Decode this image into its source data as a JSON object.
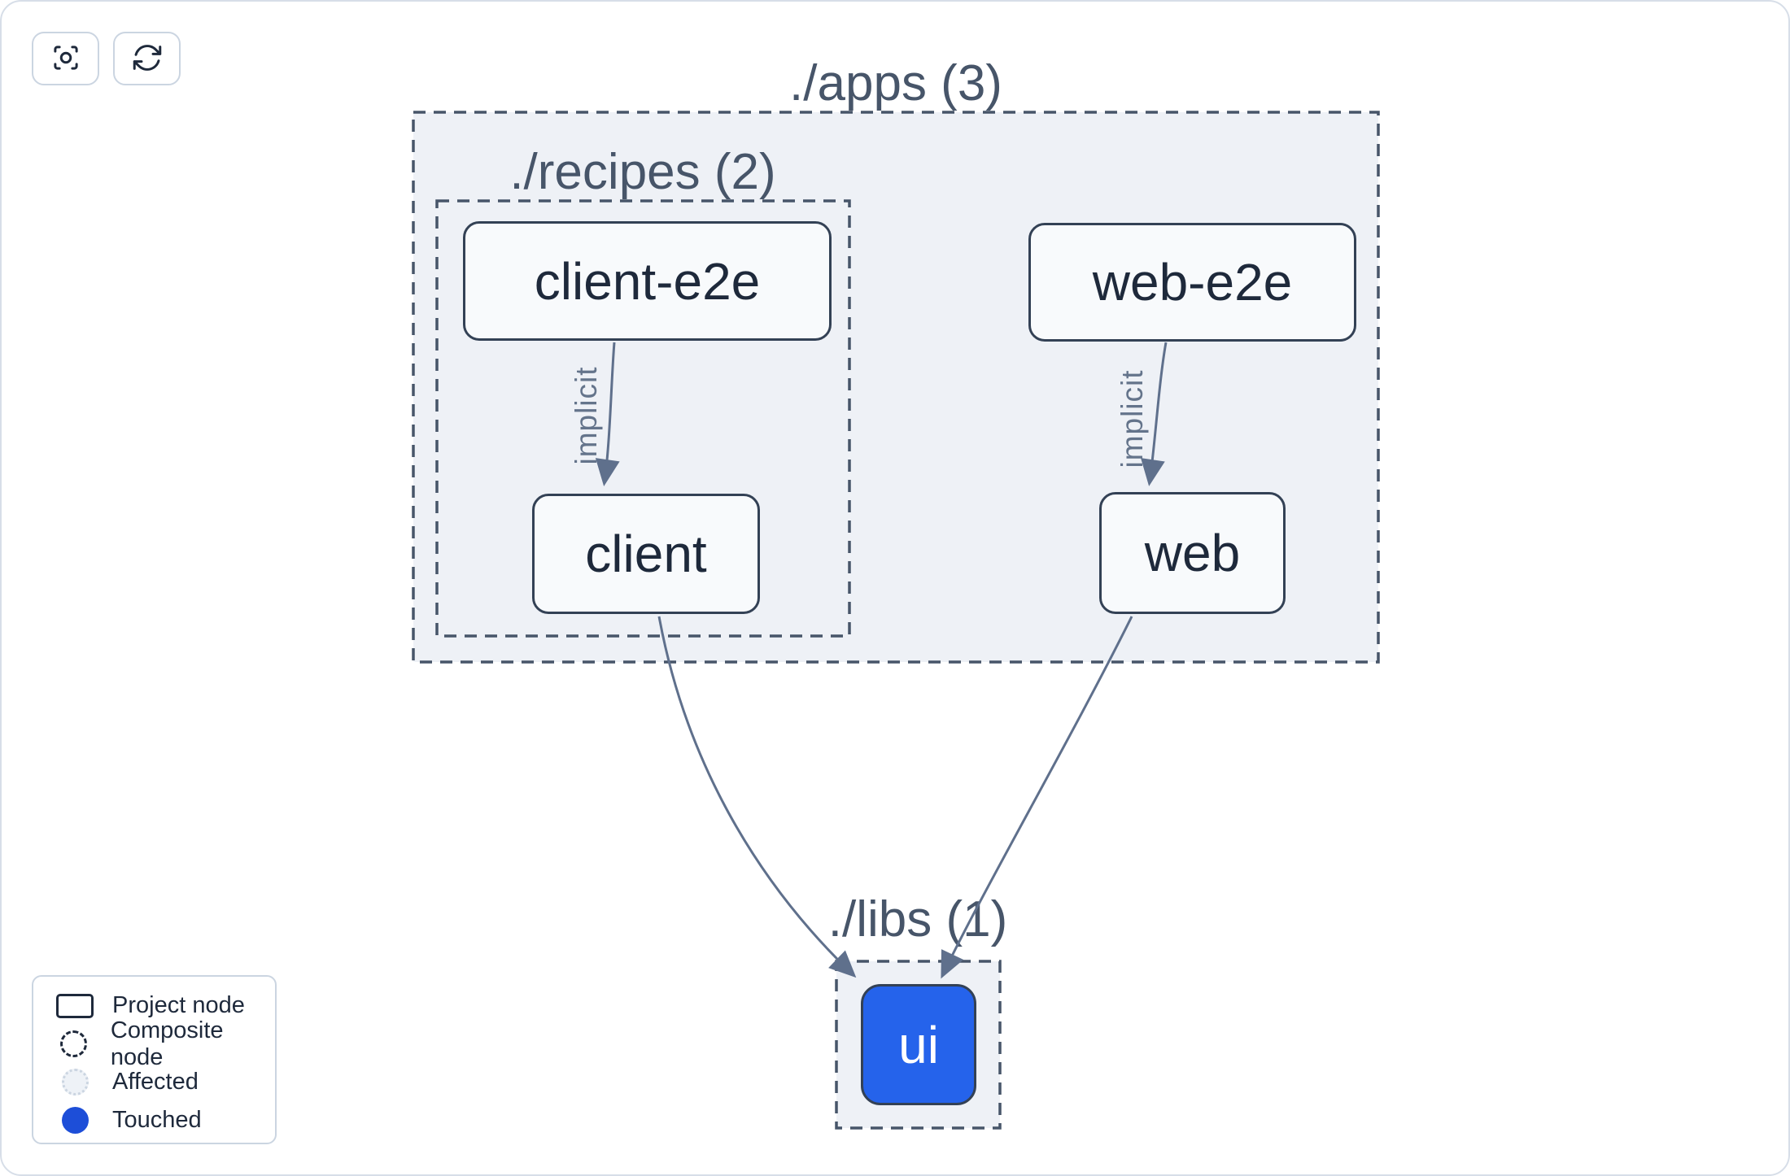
{
  "toolbar": {
    "buttons": [
      {
        "id": "focus",
        "icon": "focus-icon"
      },
      {
        "id": "refresh",
        "icon": "refresh-icon"
      }
    ]
  },
  "graph": {
    "groups": [
      {
        "id": "apps",
        "label": "./apps (3)",
        "count": 3
      },
      {
        "id": "recipes",
        "label": "./recipes (2)",
        "count": 2
      },
      {
        "id": "libs",
        "label": "./libs (1)",
        "count": 1
      }
    ],
    "nodes": [
      {
        "id": "client-e2e",
        "label": "client-e2e",
        "group": "recipes",
        "state": "default"
      },
      {
        "id": "web-e2e",
        "label": "web-e2e",
        "group": "apps",
        "state": "default"
      },
      {
        "id": "client",
        "label": "client",
        "group": "recipes",
        "state": "default"
      },
      {
        "id": "web",
        "label": "web",
        "group": "apps",
        "state": "default"
      },
      {
        "id": "ui",
        "label": "ui",
        "group": "libs",
        "state": "touched"
      }
    ],
    "edges": [
      {
        "source": "client-e2e",
        "target": "client",
        "label": "implicit"
      },
      {
        "source": "web-e2e",
        "target": "web",
        "label": "implicit"
      },
      {
        "source": "client",
        "target": "ui",
        "label": ""
      },
      {
        "source": "web",
        "target": "ui",
        "label": ""
      }
    ]
  },
  "legend": {
    "items": [
      {
        "swatch": "project",
        "label": "Project node"
      },
      {
        "swatch": "composite",
        "label": "Composite node"
      },
      {
        "swatch": "affected",
        "label": "Affected"
      },
      {
        "swatch": "touched",
        "label": "Touched"
      }
    ]
  },
  "colors": {
    "touched_blue": "#1d4ed8",
    "ui_node_blue": "#2563eb",
    "edge_gray": "#5f708c",
    "container_fill": "#eef1f6",
    "dashed_border": "#475569",
    "node_border": "#334155",
    "node_fill": "#f8fafc",
    "text_dark": "#1e293b",
    "group_title_color": "#475569"
  }
}
